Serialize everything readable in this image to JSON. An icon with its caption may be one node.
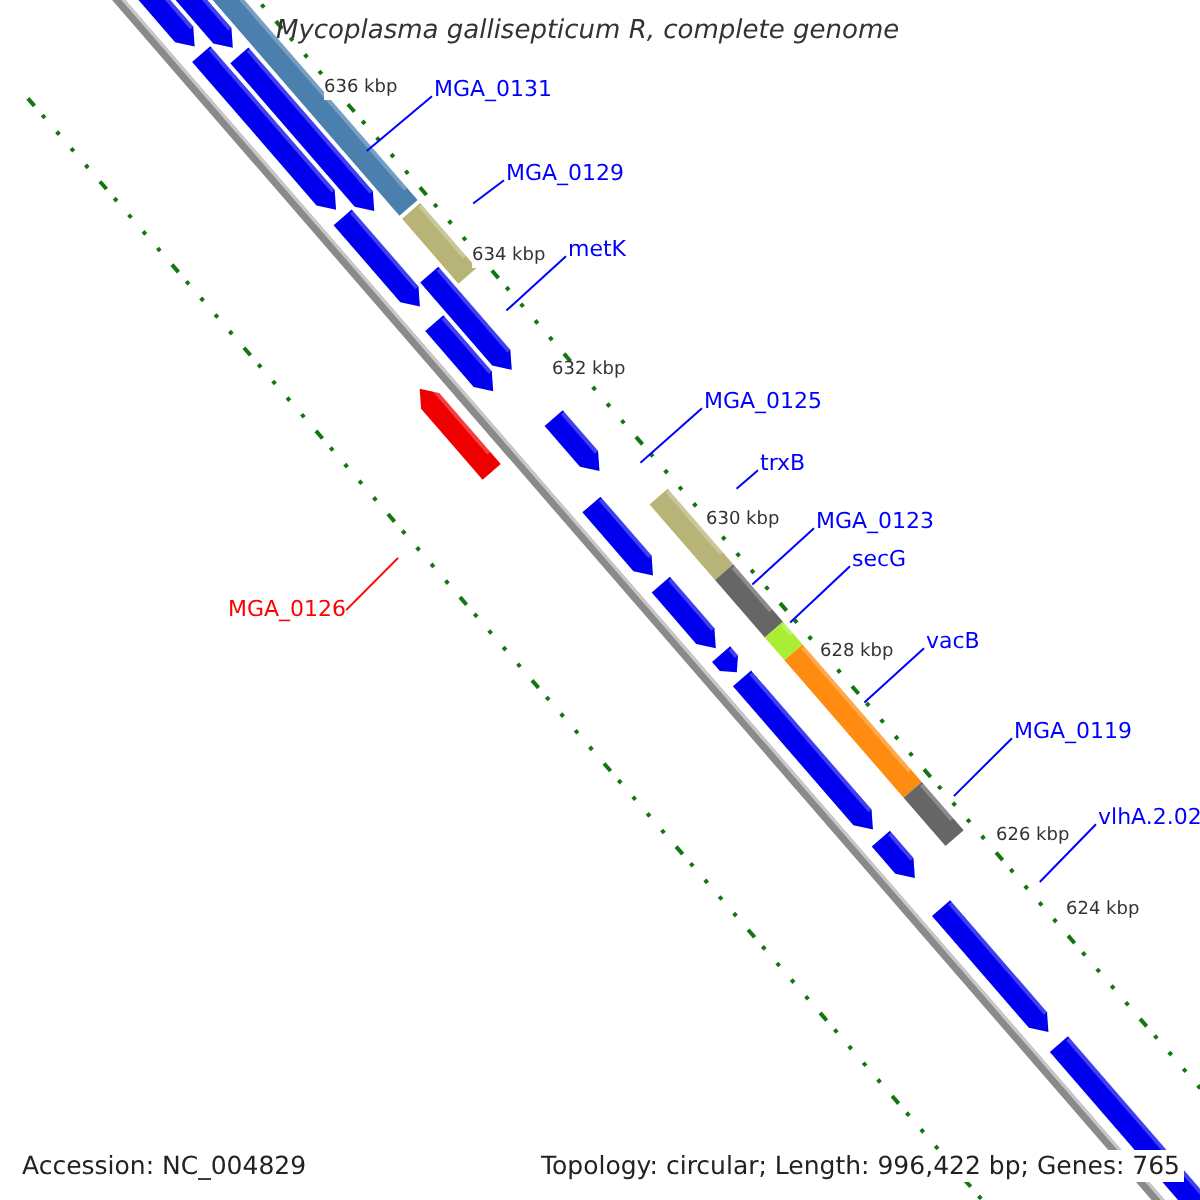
{
  "diagram": {
    "title": "Mycoplasma gallisepticum R, complete genome",
    "nodes": [
      {
        "text": [
          "MGA_0131"
        ]
      },
      {
        "text": [
          "MGA_0129"
        ]
      },
      {
        "text": [
          "metK"
        ]
      },
      {
        "text": [
          "MGA_0125"
        ]
      },
      {
        "text": [
          "trxB"
        ]
      },
      {
        "text": [
          "MGA_0123"
        ]
      },
      {
        "text": [
          "secG"
        ]
      },
      {
        "text": [
          "vacB"
        ]
      },
      {
        "text": [
          "MGA_0119"
        ]
      },
      {
        "text": [
          "vlhA.2.02"
        ]
      },
      {
        "text": [
          "MGA_0126"
        ]
      }
    ],
    "edges": [
      {
        "from": 0,
        "to": null,
        "arrow": "none"
      },
      {
        "from": 1,
        "to": null,
        "arrow": "none"
      },
      {
        "from": 2,
        "to": null,
        "arrow": "none"
      },
      {
        "from": 3,
        "to": null,
        "arrow": "none"
      },
      {
        "from": 4,
        "to": null,
        "arrow": "none"
      },
      {
        "from": 5,
        "to": null,
        "arrow": "none"
      },
      {
        "from": 6,
        "to": null,
        "arrow": "none"
      },
      {
        "from": 7,
        "to": null,
        "arrow": "none"
      },
      {
        "from": 8,
        "to": null,
        "arrow": "none"
      },
      {
        "from": 9,
        "to": null,
        "arrow": "none"
      },
      {
        "from": 10,
        "to": null,
        "arrow": "none",
        "color": "#ff0000"
      }
    ],
    "labels": [
      "636 kbp",
      "634 kbp",
      "632 kbp",
      "630 kbp",
      "628 kbp",
      "626 kbp",
      "624 kbp",
      "Accession: NC_004829",
      "Topology: circular; Length: 996,422 bp; Genes: 765"
    ]
  }
}
